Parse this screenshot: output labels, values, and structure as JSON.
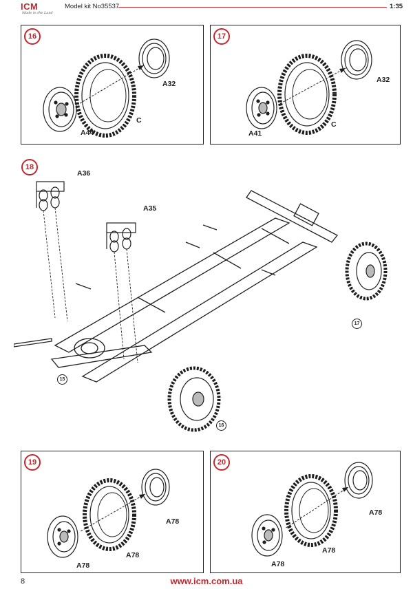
{
  "header": {
    "logo_text": "ICM",
    "logo_tagline": "Made in the Land",
    "kit_number": "Model kit No35537",
    "scale": "1:35"
  },
  "colors": {
    "accent": "#c0282e",
    "line": "#1e1e1e"
  },
  "steps": {
    "s16": {
      "number": "16",
      "parts": {
        "rim_outer": "A32",
        "tire": "C",
        "hub": "A44"
      }
    },
    "s17": {
      "number": "17",
      "parts": {
        "rim_outer": "A32",
        "tire": "C",
        "hub": "A41"
      }
    },
    "s18": {
      "number": "18",
      "parts": {
        "springs_rear": "A36",
        "springs_front": "A35"
      },
      "refs": {
        "ref_15": "15",
        "ref_16": "16",
        "ref_17": "17"
      }
    },
    "s19": {
      "number": "19",
      "parts": {
        "rim_outer": "A78",
        "tire": "A78",
        "hub": "A78"
      }
    },
    "s20": {
      "number": "20",
      "parts": {
        "rim_outer": "A78",
        "tire": "A78",
        "hub": "A78"
      }
    }
  },
  "footer": {
    "page_number": "8",
    "url": "www.icm.com.ua"
  }
}
